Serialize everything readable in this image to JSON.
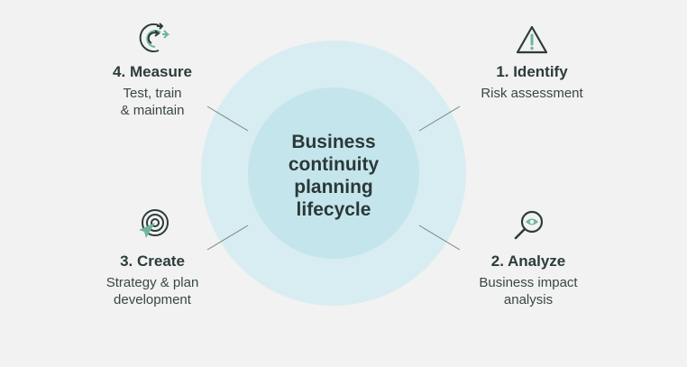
{
  "center": {
    "title_lines": [
      "Business",
      "continuity",
      "planning",
      "lifecycle"
    ]
  },
  "steps": [
    {
      "title": "1. Identify",
      "desc": [
        "Risk assessment"
      ],
      "icon": "warning-icon"
    },
    {
      "title": "2. Analyze",
      "desc": [
        "Business impact",
        "analysis"
      ],
      "icon": "magnifier-eye-icon"
    },
    {
      "title": "3. Create",
      "desc": [
        "Strategy & plan",
        "development"
      ],
      "icon": "target-pointer-icon"
    },
    {
      "title": "4. Measure",
      "desc": [
        "Test, train",
        "& maintain"
      ],
      "icon": "cycle-arrows-icon"
    }
  ],
  "colors": {
    "text": "#2d3b3b",
    "accent": "#6fb59c",
    "outer": "#d8edf1",
    "inner": "#c5e5ec"
  }
}
